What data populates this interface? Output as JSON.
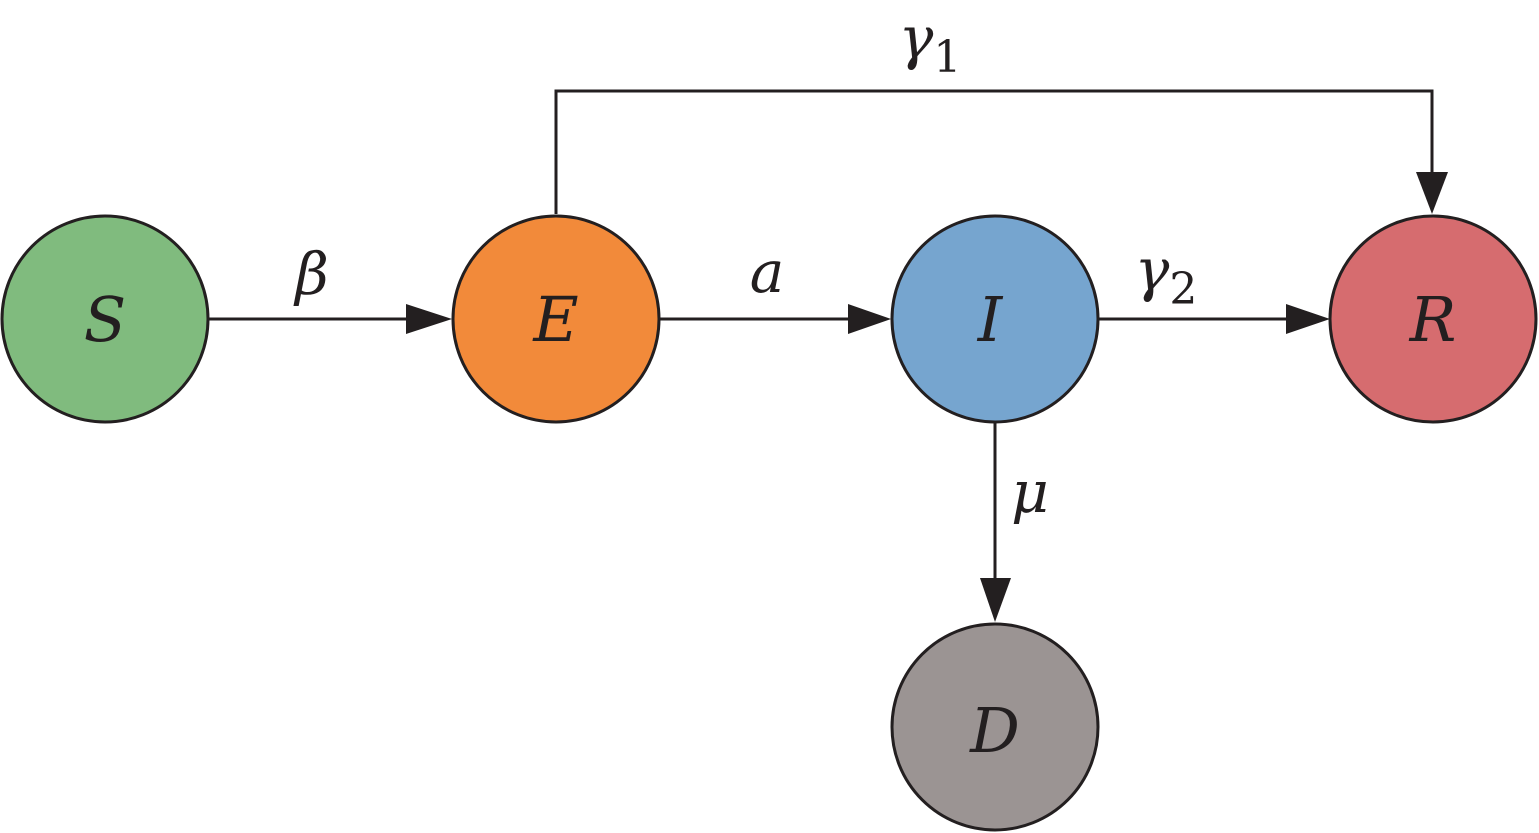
{
  "nodes": {
    "s": {
      "label": "S",
      "color": "#80bb7e"
    },
    "e": {
      "label": "E",
      "color": "#f28a3a"
    },
    "i": {
      "label": "I",
      "color": "#76a5cf"
    },
    "r": {
      "label": "R",
      "color": "#d66c6f"
    },
    "d": {
      "label": "D",
      "color": "#9b9493"
    }
  },
  "edges": {
    "s_e": {
      "symbol": "β",
      "subscript": ""
    },
    "e_i": {
      "symbol": "a",
      "subscript": ""
    },
    "i_r": {
      "symbol": "γ",
      "subscript": "2"
    },
    "e_r": {
      "symbol": "γ",
      "subscript": "1"
    },
    "i_d": {
      "symbol": "μ",
      "subscript": ""
    }
  },
  "colors": {
    "stroke": "#231f20",
    "background": "#ffffff"
  }
}
